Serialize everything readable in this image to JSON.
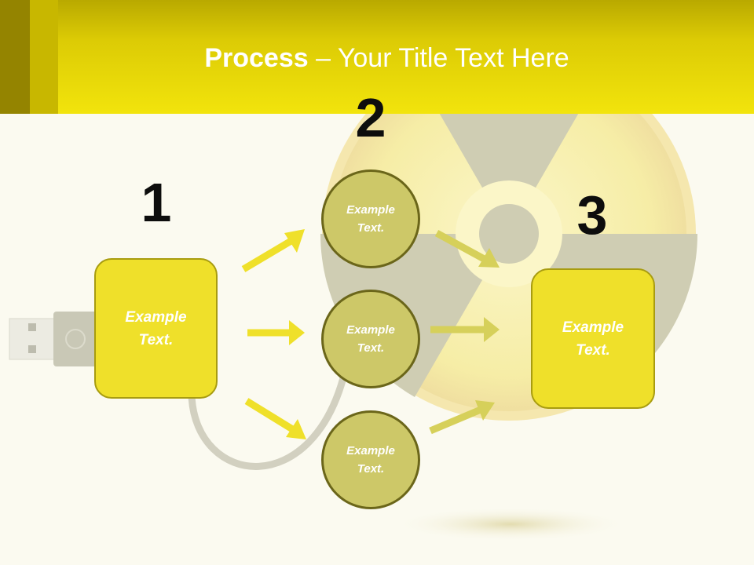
{
  "header": {
    "title_bold": "Process",
    "title_rest": " – Your Title Text Here"
  },
  "steps": {
    "one": {
      "number": "1",
      "text": "Example Text."
    },
    "two": {
      "number": "2",
      "items": [
        "Example Text.",
        "Example Text.",
        "Example Text."
      ]
    },
    "three": {
      "number": "3",
      "text": "Example Text."
    }
  },
  "colors": {
    "accent_yellow": "#efe02a",
    "circle_fill": "#cdc868",
    "circle_border": "#6b661a",
    "header_dark": "#948400"
  },
  "icons": [
    "radiation-symbol-icon",
    "usb-plug-icon",
    "arrow-icon"
  ]
}
